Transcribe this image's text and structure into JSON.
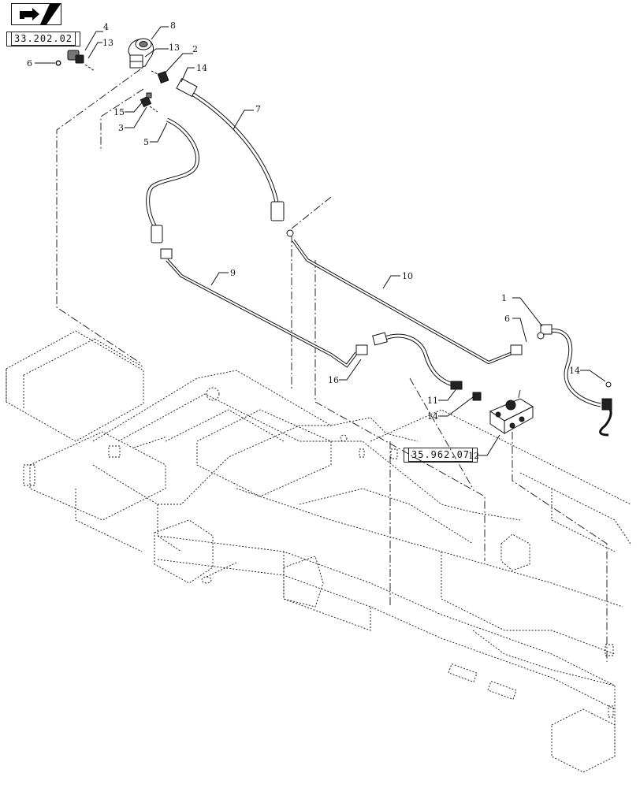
{
  "references": {
    "left": "33.202.02",
    "right": "35.962.07"
  },
  "callouts": [
    "1",
    "2",
    "3",
    "4",
    "5",
    "6",
    "6",
    "7",
    "8",
    "9",
    "10",
    "11",
    "12",
    "13",
    "13",
    "14",
    "14",
    "14",
    "15",
    "16"
  ],
  "icons": {
    "nav": "book-arrow-icon"
  }
}
